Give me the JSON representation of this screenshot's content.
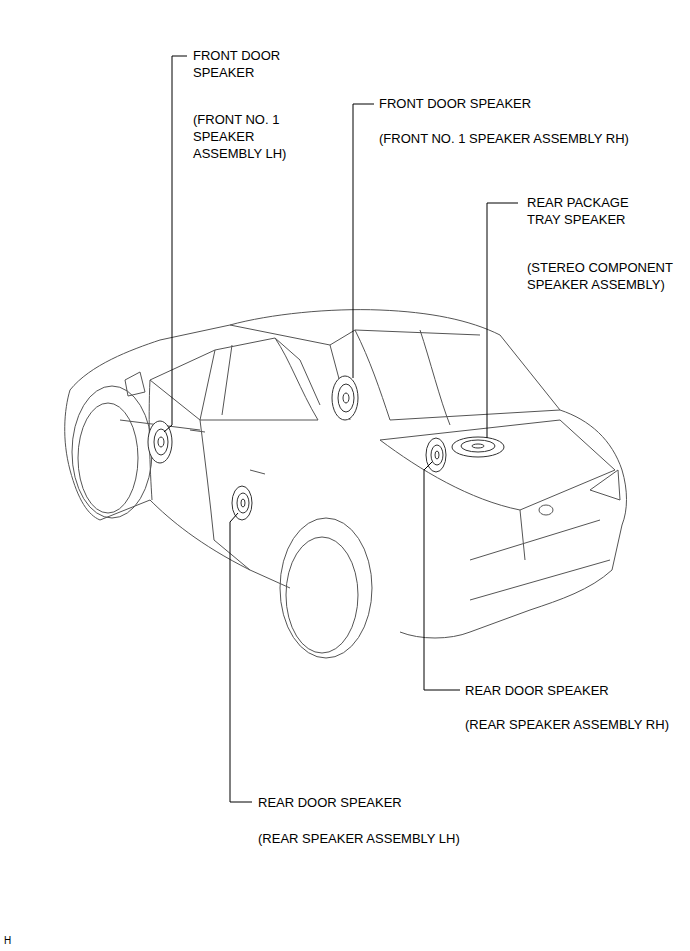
{
  "diagram": {
    "labels": [
      "FRONT DOOR SPEAKER",
      "(FRONT NO. 1 SPEAKER ASSEMBLY LH)",
      "FRONT DOOR SPEAKER",
      "(FRONT NO. 1 SPEAKER ASSEMBLY RH)",
      "REAR PACKAGE TRAY SPEAKER",
      "(STEREO COMPONENT SPEAKER ASSEMBLY)",
      "REAR DOOR SPEAKER",
      "(REAR SPEAKER ASSEMBLY RH)",
      "REAR DOOR SPEAKER",
      "(REAR SPEAKER ASSEMBLY LH)",
      "H"
    ]
  }
}
